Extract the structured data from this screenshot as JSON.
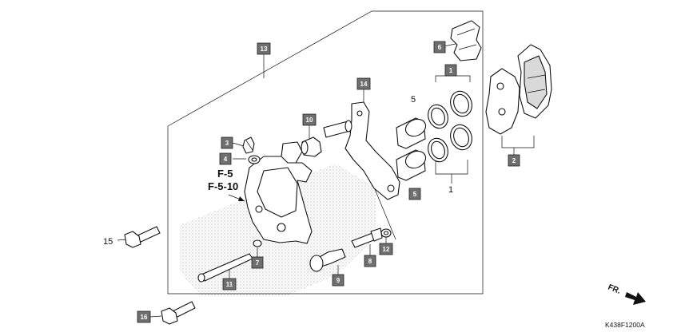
{
  "diagram_code": "K438F1200A",
  "reference_labels": [
    "F-5",
    "F-5-10"
  ],
  "direction_label": "FR.",
  "callouts": [
    "1",
    "2",
    "3",
    "4",
    "5",
    "6",
    "7",
    "8",
    "9",
    "10",
    "11",
    "12",
    "13",
    "14",
    "15",
    "16"
  ],
  "plain_labels": {
    "left_bolt": "15",
    "seal_top": "1",
    "piston_top": "5",
    "seal_bottom": "1"
  },
  "colors": {
    "callout_fill": "#6f6f6f",
    "line": "#111111",
    "stipple": "#9a9a9a",
    "pad_grey": "#d9d9d9"
  }
}
